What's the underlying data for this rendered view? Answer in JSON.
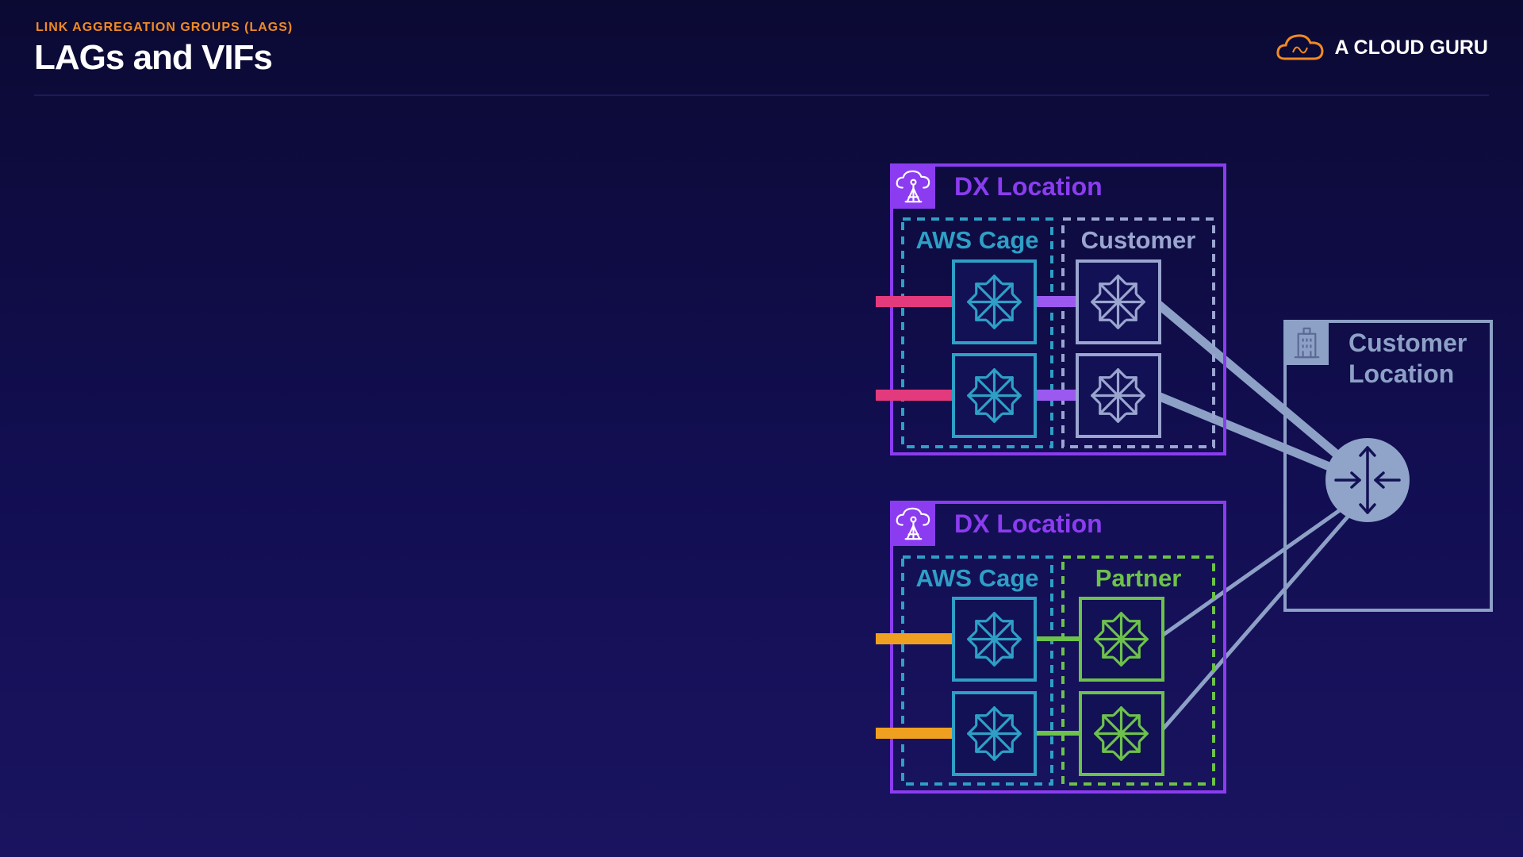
{
  "header": {
    "eyebrow": "LINK AGGREGATION GROUPS (LAGS)",
    "title": "LAGs and VIFs"
  },
  "brand": {
    "name": "A CLOUD GURU",
    "icon": "cloud-logo-icon"
  },
  "diagram": {
    "dx_locations": [
      {
        "label": "DX Location",
        "aws_cage_label": "AWS Cage",
        "customer_label": "Customer",
        "link_colors": [
          "#e23a7c",
          "#9b59f0"
        ]
      },
      {
        "label": "DX Location",
        "aws_cage_label": "AWS Cage",
        "partner_label": "Partner",
        "link_colors": [
          "#f0a020",
          "#6cc24a"
        ]
      }
    ],
    "customer_location": {
      "label_line1": "Customer",
      "label_line2": "Location"
    },
    "colors": {
      "purple": "#8b3cf0",
      "teal": "#2f9fc6",
      "customer": "#9aa5d0",
      "partner": "#6cc24a",
      "router": "#8fa4c8"
    }
  }
}
